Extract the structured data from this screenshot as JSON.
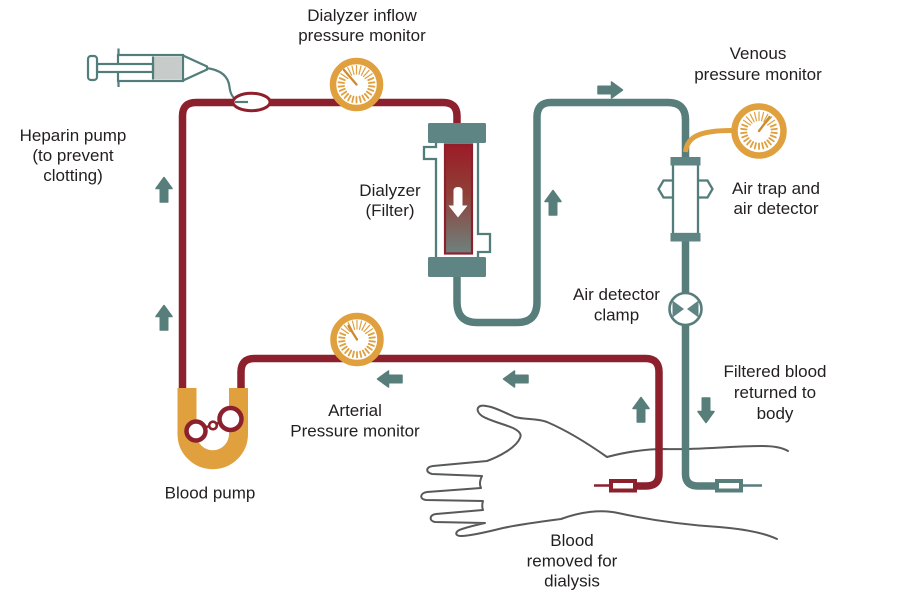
{
  "diagram": {
    "type": "hemodialysis-circuit",
    "labels": {
      "dialyzer_inflow_monitor": [
        "Dialyzer inflow",
        "pressure monitor"
      ],
      "venous_monitor": [
        "Venous",
        "pressure monitor"
      ],
      "heparin_pump": [
        "Heparin pump",
        "(to prevent",
        "clotting)"
      ],
      "dialyzer": [
        "Dialyzer",
        "(Filter)"
      ],
      "air_trap": [
        "Air trap and",
        "air detector"
      ],
      "air_detector_clamp": [
        "Air detector",
        "clamp"
      ],
      "filtered_blood": [
        "Filtered blood",
        "returned to",
        "body"
      ],
      "arterial_monitor": [
        "Arterial",
        "Pressure monitor"
      ],
      "blood_pump": [
        "Blood pump"
      ],
      "blood_removed": [
        "Blood",
        "removed for",
        "dialysis"
      ]
    },
    "colors": {
      "artery_red": "#8C202C",
      "vein_teal": "#587E7B",
      "accent_orange": "#E0A03E",
      "needle_orange": "#CE8B2D",
      "device_teal": "#5E8583",
      "outline_teal": "#527D7A",
      "syringe_fill_gray": "#C7CBCA",
      "hand_gray": "#58595B",
      "text_dark": "#231F20",
      "background": "#FFFFFF"
    },
    "icons": {
      "syringe-icon": "heparin syringe pictogram",
      "pressure-gauge-icon": "circular analog dial with ticks and needle",
      "flow-arrow-icon": "short blood-flow direction arrow",
      "dialyzer-icon": "vertical filter cartridge with gradient core",
      "blood-pump-icon": "U-shaped roller pump segment",
      "air-trap-icon": "drip chamber with side nuts",
      "clamp-valve-icon": "bowtie pinch-valve in circle",
      "needle-connector-icon": "fistula access needle hub",
      "hand-icon": "patient hand and forearm outline"
    }
  }
}
